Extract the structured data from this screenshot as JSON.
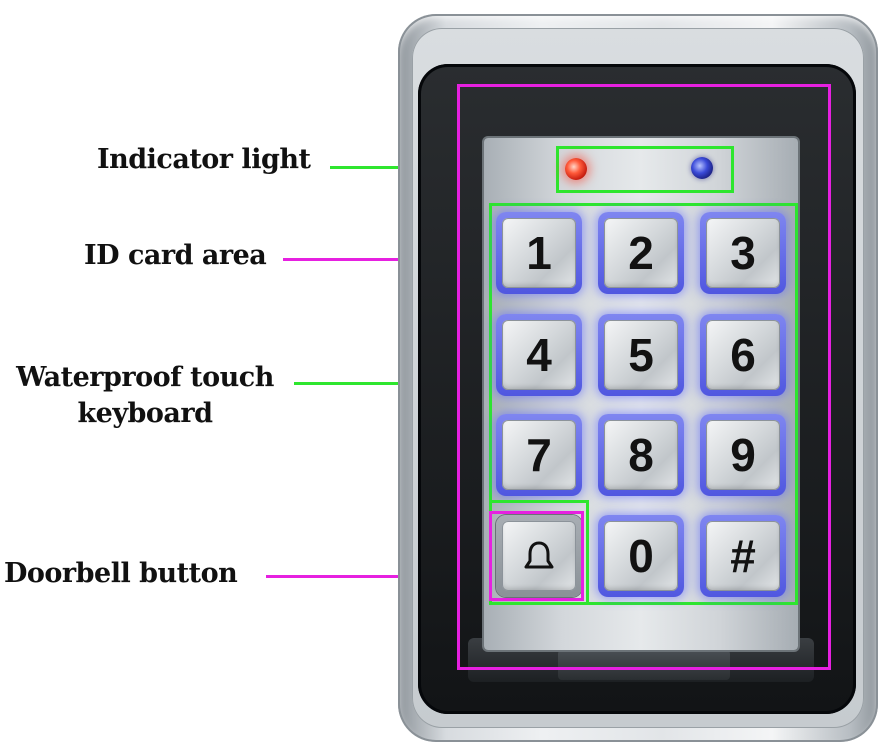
{
  "labels": {
    "indicator": "Indicator light",
    "id_card": "ID card area",
    "keyboard_line1": "Waterproof touch",
    "keyboard_line2": "keyboard",
    "doorbell": "Doorbell button"
  },
  "keypad": {
    "rows": [
      [
        "1",
        "2",
        "3"
      ],
      [
        "4",
        "5",
        "6"
      ],
      [
        "7",
        "8",
        "9"
      ],
      [
        "",
        "0",
        "#"
      ]
    ]
  },
  "icons": {
    "doorbell": "bell-icon",
    "indicator_left": "red-led",
    "indicator_right": "blue-led"
  },
  "colors": {
    "highlight_green": "#2ee62e",
    "highlight_magenta": "#e620e0",
    "key_glow": "#5a64ff",
    "led_red": "#ff3c28",
    "led_blue": "#2a32b0"
  }
}
